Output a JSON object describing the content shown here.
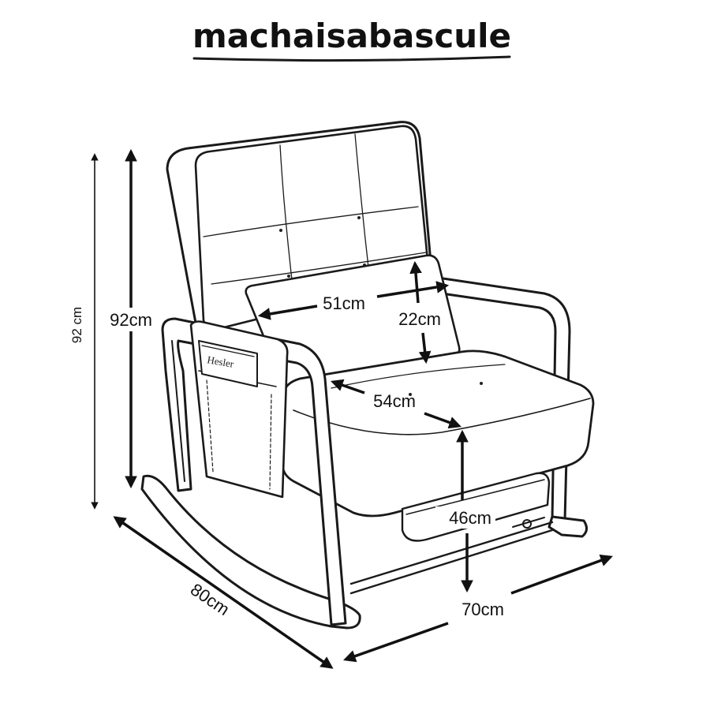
{
  "title": "machaisabascule",
  "book_label": "Hesler",
  "dimensions": {
    "total_height_outer": "92 cm",
    "total_height_inner": "92cm",
    "pillow_width": "51cm",
    "pillow_height": "22cm",
    "seat_depth": "54cm",
    "seat_height": "46cm",
    "depth": "80cm",
    "width": "70cm"
  }
}
